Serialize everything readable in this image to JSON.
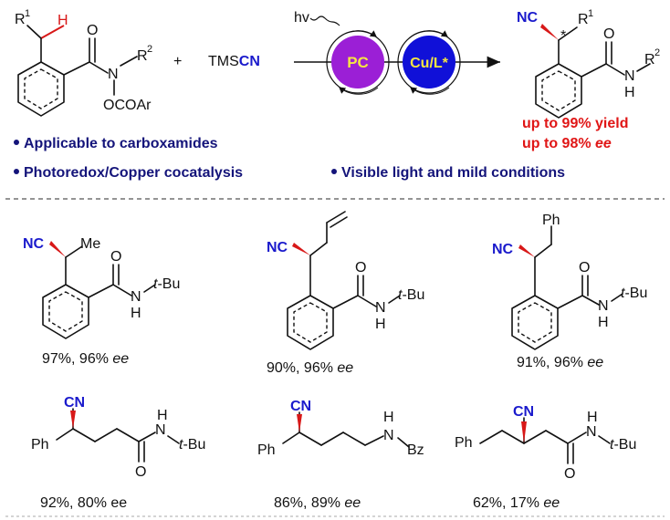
{
  "reaction": {
    "reactant_atoms": {
      "r1": "R",
      "r1_sup": "1",
      "h": "H",
      "o": "O",
      "n": "N",
      "r2": "R",
      "r2_sup": "2",
      "ocoar": "OCOAr"
    },
    "plus": "+",
    "reagent_tms": "TMS",
    "reagent_cn": "CN",
    "light": "hv",
    "catalyst_pc": "PC",
    "catalyst_cu": "Cu/L*",
    "product_atoms": {
      "nc": "NC",
      "star": "*",
      "r1": "R",
      "r1_sup": "1",
      "o": "O",
      "n": "N",
      "h": "H",
      "r2": "R",
      "r2_sup": "2"
    }
  },
  "highlights": {
    "yield": "up to 99% yield",
    "ee_prefix": "up to 98% ",
    "ee_suffix": "ee"
  },
  "bullets": [
    "Applicable to carboxamides",
    "Photoredox/Copper cocatalysis",
    "Visible light and mild conditions"
  ],
  "colors": {
    "pc_circle": "#9b1fd6",
    "pc_text": "#f5e642",
    "cu_circle": "#1010d8",
    "cu_text": "#f5e642",
    "blue_text": "#1a1acc",
    "red_text": "#e01616",
    "bullet_text": "#14147a",
    "wedge": "#d81818"
  },
  "examples": [
    {
      "atoms": {
        "nc": "NC",
        "me": "Me",
        "o": "O",
        "n": "N",
        "h": "H",
        "tbu_t": "t",
        "tbu_rest": "-Bu"
      },
      "yield": "97%, 96% ",
      "ee": "ee"
    },
    {
      "atoms": {
        "nc": "NC",
        "o": "O",
        "n": "N",
        "h": "H",
        "tbu_t": "t",
        "tbu_rest": "-Bu"
      },
      "yield": "90%, 96% ",
      "ee": "ee"
    },
    {
      "atoms": {
        "ph": "Ph",
        "nc": "NC",
        "o": "O",
        "n": "N",
        "h": "H",
        "tbu_t": "t",
        "tbu_rest": "-Bu"
      },
      "yield": "91%, 96% ",
      "ee": "ee"
    },
    {
      "atoms": {
        "cn": "CN",
        "ph": "Ph",
        "n": "N",
        "h": "H",
        "o": "O",
        "tbu_t": "t",
        "tbu_rest": "-Bu"
      },
      "yield": "92%, 80% ee",
      "ee": ""
    },
    {
      "atoms": {
        "cn": "CN",
        "ph": "Ph",
        "h": "H",
        "n": "N",
        "bz": "Bz"
      },
      "yield": "86%, 89% ",
      "ee": "ee"
    },
    {
      "atoms": {
        "ph": "Ph",
        "cn": "CN",
        "n": "N",
        "h": "H",
        "o": "O",
        "tbu_t": "t",
        "tbu_rest": "-Bu"
      },
      "yield": "62%, 17% ",
      "ee": "ee"
    }
  ]
}
